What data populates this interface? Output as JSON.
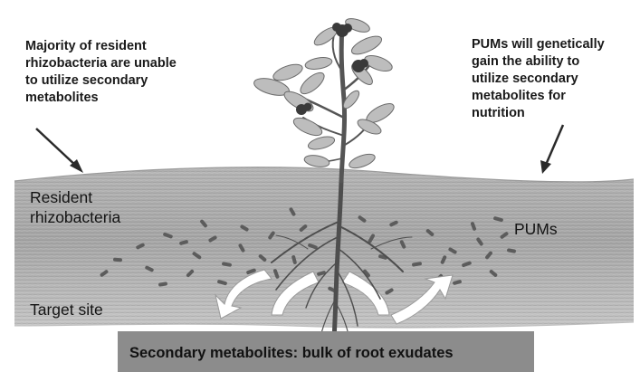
{
  "notes": {
    "left": [
      "Majority of resident",
      "rhizobacteria are unable",
      "to utilize secondary",
      "metabolites"
    ],
    "right": [
      "PUMs will genetically",
      "gain the ability to",
      "utilize secondary",
      "metabolites for",
      "nutrition"
    ]
  },
  "soil_labels": {
    "resident": [
      "Resident",
      "rhizobacteria"
    ],
    "pums": "PUMs",
    "target": "Target site"
  },
  "caption": "Secondary metabolites: bulk of root exudates",
  "colors": {
    "soil_light": "#c9c9c9",
    "soil_dark": "#9a9a9a",
    "bacteria": "#5a5a5a",
    "stem": "#555555",
    "leaf": "#b8b8b8",
    "flower": "#3a3a3a",
    "arrow_fill": "#ffffff",
    "caption_bar": "#8c8c8c"
  }
}
